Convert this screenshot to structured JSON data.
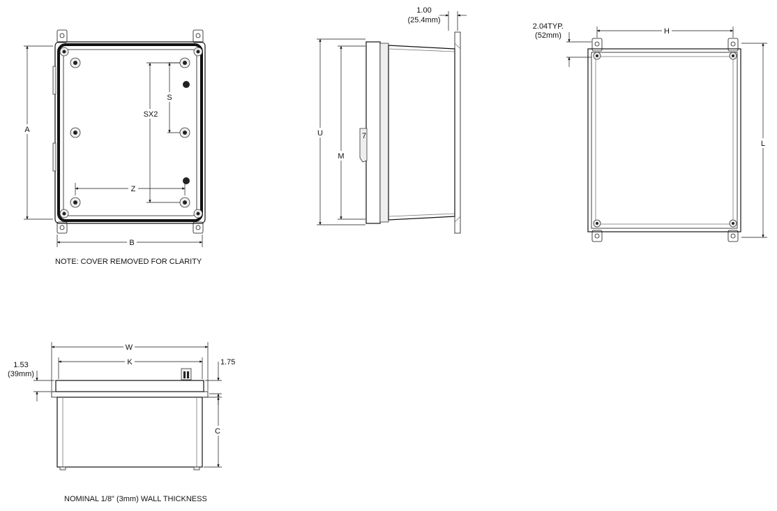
{
  "front_view": {
    "dim_A": "A",
    "dim_B": "B",
    "dim_S": "S",
    "dim_SX2": "SX2",
    "dim_Z": "Z",
    "note": "NOTE: COVER REMOVED FOR CLARITY"
  },
  "side_view": {
    "dim_flange": "1.00",
    "dim_flange_mm": "(25.4mm)",
    "dim_U": "U",
    "dim_M": "M"
  },
  "rear_view": {
    "dim_typ": "2.04TYP.",
    "dim_typ_mm": "(52mm)",
    "dim_H": "H",
    "dim_L": "L"
  },
  "bottom_view": {
    "dim_W": "W",
    "dim_K": "K",
    "dim_cover": "1.53",
    "dim_cover_mm": "(39mm)",
    "dim_1_75": "1.75",
    "dim_C": "C",
    "note": "NOMINAL 1/8\" (3mm) WALL THICKNESS"
  }
}
